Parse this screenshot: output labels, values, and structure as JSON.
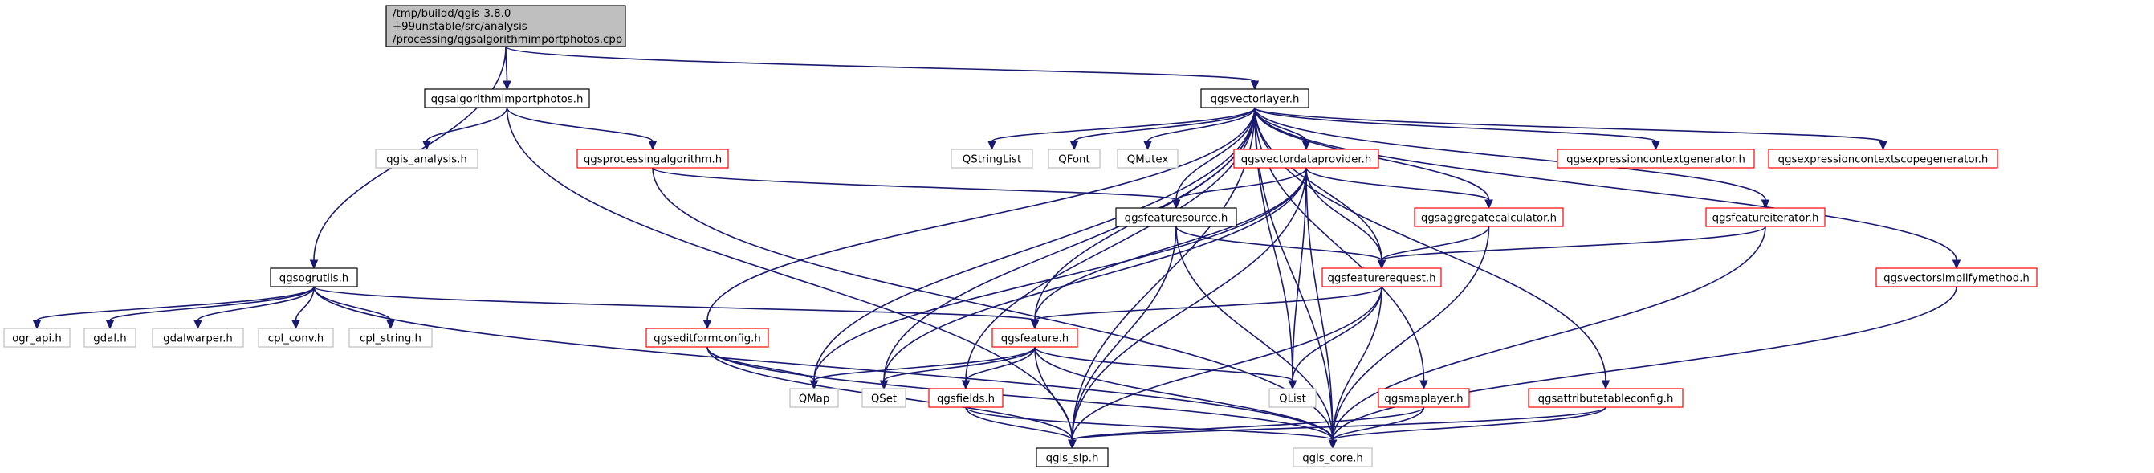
{
  "graph": {
    "colors": {
      "edge": "#191970",
      "root_fill": "#bfbfbf",
      "root_border": "#000000",
      "documented_border": "#000000",
      "missing_border": "#bfbfbf",
      "undocumented_border": "#ff0000",
      "node_fill": "#ffffff",
      "text": "#000000"
    },
    "nodes": [
      {
        "id": "root",
        "lines": [
          "/tmp/buildd/qgis-3.8.0",
          "+99unstable/src/analysis",
          "/processing/qgsalgorithmimportphotos.cpp"
        ],
        "kind": "root"
      },
      {
        "id": "qgsalgorithmimportphotos_h",
        "lines": [
          "qgsalgorithmimportphotos.h"
        ],
        "kind": "documented"
      },
      {
        "id": "qgsvectorlayer_h",
        "lines": [
          "qgsvectorlayer.h"
        ],
        "kind": "documented"
      },
      {
        "id": "qgis_analysis_h",
        "lines": [
          "qgis_analysis.h"
        ],
        "kind": "missing"
      },
      {
        "id": "qgsprocessingalgorithm_h",
        "lines": [
          "qgsprocessingalgorithm.h"
        ],
        "kind": "undocumented"
      },
      {
        "id": "qstringlist",
        "lines": [
          "QStringList"
        ],
        "kind": "missing"
      },
      {
        "id": "qfont",
        "lines": [
          "QFont"
        ],
        "kind": "missing"
      },
      {
        "id": "qmutex",
        "lines": [
          "QMutex"
        ],
        "kind": "missing"
      },
      {
        "id": "qgsvectordataprovider_h",
        "lines": [
          "qgsvectordataprovider.h"
        ],
        "kind": "undocumented"
      },
      {
        "id": "qgsexpressioncontextgenerator_h",
        "lines": [
          "qgsexpressioncontextgenerator.h"
        ],
        "kind": "undocumented"
      },
      {
        "id": "qgsexpressioncontextscopegenerator_h",
        "lines": [
          "qgsexpressioncontextscopegenerator.h"
        ],
        "kind": "undocumented"
      },
      {
        "id": "qgsfeaturesource_h",
        "lines": [
          "qgsfeaturesource.h"
        ],
        "kind": "documented"
      },
      {
        "id": "qgsaggregatecalculator_h",
        "lines": [
          "qgsaggregatecalculator.h"
        ],
        "kind": "undocumented"
      },
      {
        "id": "qgsfeatureiterator_h",
        "lines": [
          "qgsfeatureiterator.h"
        ],
        "kind": "undocumented"
      },
      {
        "id": "qgsogrutils_h",
        "lines": [
          "qgsogrutils.h"
        ],
        "kind": "documented"
      },
      {
        "id": "qgsfeaturerequest_h",
        "lines": [
          "qgsfeaturerequest.h"
        ],
        "kind": "undocumented"
      },
      {
        "id": "qgsvectorsimplifymethod_h",
        "lines": [
          "qgsvectorsimplifymethod.h"
        ],
        "kind": "undocumented"
      },
      {
        "id": "ogr_api_h",
        "lines": [
          "ogr_api.h"
        ],
        "kind": "missing"
      },
      {
        "id": "gdal_h",
        "lines": [
          "gdal.h"
        ],
        "kind": "missing"
      },
      {
        "id": "gdalwarper_h",
        "lines": [
          "gdalwarper.h"
        ],
        "kind": "missing"
      },
      {
        "id": "cpl_conv_h",
        "lines": [
          "cpl_conv.h"
        ],
        "kind": "missing"
      },
      {
        "id": "cpl_string_h",
        "lines": [
          "cpl_string.h"
        ],
        "kind": "missing"
      },
      {
        "id": "qgseditformconfig_h",
        "lines": [
          "qgseditformconfig.h"
        ],
        "kind": "undocumented"
      },
      {
        "id": "qgsfeature_h",
        "lines": [
          "qgsfeature.h"
        ],
        "kind": "undocumented"
      },
      {
        "id": "qmap",
        "lines": [
          "QMap"
        ],
        "kind": "missing"
      },
      {
        "id": "qset",
        "lines": [
          "QSet"
        ],
        "kind": "missing"
      },
      {
        "id": "qgsfields_h",
        "lines": [
          "qgsfields.h"
        ],
        "kind": "undocumented"
      },
      {
        "id": "qlist",
        "lines": [
          "QList"
        ],
        "kind": "missing"
      },
      {
        "id": "qgsmaplayer_h",
        "lines": [
          "qgsmaplayer.h"
        ],
        "kind": "undocumented"
      },
      {
        "id": "qgsattributetableconfig_h",
        "lines": [
          "qgsattributetableconfig.h"
        ],
        "kind": "undocumented"
      },
      {
        "id": "qgis_sip_h",
        "lines": [
          "qgis_sip.h"
        ],
        "kind": "documented"
      },
      {
        "id": "qgis_core_h",
        "lines": [
          "qgis_core.h"
        ],
        "kind": "missing"
      }
    ],
    "edges": [
      {
        "from": "root",
        "to": "qgsalgorithmimportphotos_h"
      },
      {
        "from": "root",
        "to": "qgsvectorlayer_h"
      },
      {
        "from": "root",
        "to": "qgsogrutils_h"
      },
      {
        "from": "qgsalgorithmimportphotos_h",
        "to": "qgis_analysis_h"
      },
      {
        "from": "qgsalgorithmimportphotos_h",
        "to": "qgsprocessingalgorithm_h"
      },
      {
        "from": "qgsalgorithmimportphotos_h",
        "to": "qgis_sip_h"
      },
      {
        "from": "qgsprocessingalgorithm_h",
        "to": "qgsfeaturesource_h"
      },
      {
        "from": "qgsprocessingalgorithm_h",
        "to": "qgis_core_h"
      },
      {
        "from": "qgsvectorlayer_h",
        "to": "qstringlist"
      },
      {
        "from": "qgsvectorlayer_h",
        "to": "qfont"
      },
      {
        "from": "qgsvectorlayer_h",
        "to": "qmutex"
      },
      {
        "from": "qgsvectorlayer_h",
        "to": "qgsvectordataprovider_h"
      },
      {
        "from": "qgsvectorlayer_h",
        "to": "qgsexpressioncontextgenerator_h"
      },
      {
        "from": "qgsvectorlayer_h",
        "to": "qgsexpressioncontextscopegenerator_h"
      },
      {
        "from": "qgsvectorlayer_h",
        "to": "qgsfeaturesource_h"
      },
      {
        "from": "qgsvectorlayer_h",
        "to": "qgsaggregatecalculator_h"
      },
      {
        "from": "qgsvectorlayer_h",
        "to": "qgsfeatureiterator_h"
      },
      {
        "from": "qgsvectorlayer_h",
        "to": "qgsfeaturerequest_h"
      },
      {
        "from": "qgsvectorlayer_h",
        "to": "qgsvectorsimplifymethod_h"
      },
      {
        "from": "qgsvectorlayer_h",
        "to": "qgseditformconfig_h"
      },
      {
        "from": "qgsvectorlayer_h",
        "to": "qgsfeature_h"
      },
      {
        "from": "qgsvectorlayer_h",
        "to": "qmap"
      },
      {
        "from": "qgsvectorlayer_h",
        "to": "qset"
      },
      {
        "from": "qgsvectorlayer_h",
        "to": "qgsfields_h"
      },
      {
        "from": "qgsvectorlayer_h",
        "to": "qlist"
      },
      {
        "from": "qgsvectorlayer_h",
        "to": "qgsmaplayer_h"
      },
      {
        "from": "qgsvectorlayer_h",
        "to": "qgsattributetableconfig_h"
      },
      {
        "from": "qgsvectorlayer_h",
        "to": "qgis_sip_h"
      },
      {
        "from": "qgsvectorlayer_h",
        "to": "qgis_core_h"
      },
      {
        "from": "qgsvectordataprovider_h",
        "to": "qgsfeaturesource_h"
      },
      {
        "from": "qgsvectordataprovider_h",
        "to": "qgsaggregatecalculator_h"
      },
      {
        "from": "qgsvectordataprovider_h",
        "to": "qgsfeaturerequest_h"
      },
      {
        "from": "qgsvectordataprovider_h",
        "to": "qgsfeature_h"
      },
      {
        "from": "qgsvectordataprovider_h",
        "to": "qmap"
      },
      {
        "from": "qgsvectordataprovider_h",
        "to": "qset"
      },
      {
        "from": "qgsvectordataprovider_h",
        "to": "qlist"
      },
      {
        "from": "qgsvectordataprovider_h",
        "to": "qgis_sip_h"
      },
      {
        "from": "qgsvectordataprovider_h",
        "to": "qgis_core_h"
      },
      {
        "from": "qgsfeaturesource_h",
        "to": "qgsfeaturerequest_h"
      },
      {
        "from": "qgsfeaturesource_h",
        "to": "qgis_sip_h"
      },
      {
        "from": "qgsfeaturesource_h",
        "to": "qgis_core_h"
      },
      {
        "from": "qgsaggregatecalculator_h",
        "to": "qgsfeaturerequest_h"
      },
      {
        "from": "qgsaggregatecalculator_h",
        "to": "qgis_core_h"
      },
      {
        "from": "qgsfeatureiterator_h",
        "to": "qgsfeaturerequest_h"
      },
      {
        "from": "qgsfeatureiterator_h",
        "to": "qgis_core_h"
      },
      {
        "from": "qgsfeaturerequest_h",
        "to": "qgsfeature_h"
      },
      {
        "from": "qgsfeaturerequest_h",
        "to": "qlist"
      },
      {
        "from": "qgsfeaturerequest_h",
        "to": "qgis_sip_h"
      },
      {
        "from": "qgsfeaturerequest_h",
        "to": "qgis_core_h"
      },
      {
        "from": "qgsvectorsimplifymethod_h",
        "to": "qgis_core_h"
      },
      {
        "from": "qgsogrutils_h",
        "to": "ogr_api_h"
      },
      {
        "from": "qgsogrutils_h",
        "to": "gdal_h"
      },
      {
        "from": "qgsogrutils_h",
        "to": "gdalwarper_h"
      },
      {
        "from": "qgsogrutils_h",
        "to": "cpl_conv_h"
      },
      {
        "from": "qgsogrutils_h",
        "to": "cpl_string_h"
      },
      {
        "from": "qgsogrutils_h",
        "to": "qgsfeature_h"
      },
      {
        "from": "qgsogrutils_h",
        "to": "qgis_core_h"
      },
      {
        "from": "qgseditformconfig_h",
        "to": "qmap"
      },
      {
        "from": "qgseditformconfig_h",
        "to": "qgis_sip_h"
      },
      {
        "from": "qgseditformconfig_h",
        "to": "qgis_core_h"
      },
      {
        "from": "qgsfeature_h",
        "to": "qmap"
      },
      {
        "from": "qgsfeature_h",
        "to": "qset"
      },
      {
        "from": "qgsfeature_h",
        "to": "qgsfields_h"
      },
      {
        "from": "qgsfeature_h",
        "to": "qlist"
      },
      {
        "from": "qgsfeature_h",
        "to": "qgis_sip_h"
      },
      {
        "from": "qgsfeature_h",
        "to": "qgis_core_h"
      },
      {
        "from": "qgsfields_h",
        "to": "qgis_sip_h"
      },
      {
        "from": "qgsfields_h",
        "to": "qgis_core_h"
      },
      {
        "from": "qgsmaplayer_h",
        "to": "qgis_sip_h"
      },
      {
        "from": "qgsmaplayer_h",
        "to": "qgis_core_h"
      },
      {
        "from": "qgsattributetableconfig_h",
        "to": "qgis_sip_h"
      },
      {
        "from": "qgsattributetableconfig_h",
        "to": "qgis_core_h"
      }
    ]
  }
}
